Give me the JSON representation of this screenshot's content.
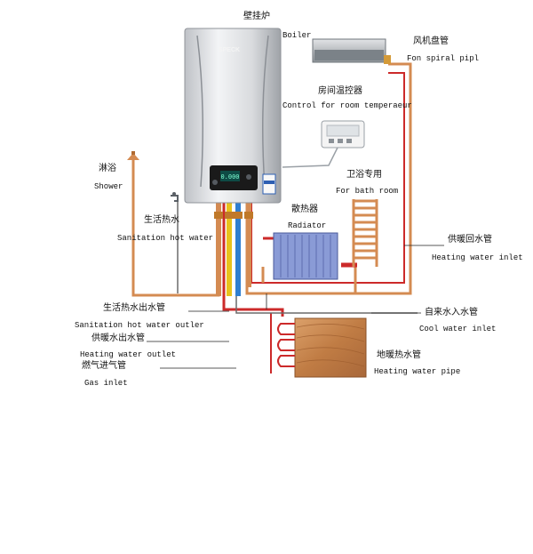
{
  "labels": {
    "boiler_zh": "壁挂炉",
    "boiler_en": "Boiler",
    "fan_zh": "风机盘管",
    "fan_en": "Fon spiral pipl",
    "thermostat_zh": "房间温控器",
    "thermostat_en": "Control for room temperaeur",
    "shower_zh": "淋浴",
    "shower_en": "Shower",
    "bath_zh": "卫浴专用",
    "bath_en": "For bath room",
    "san_hot_zh": "生活热水",
    "san_hot_en": "Sanitation hot water",
    "radiator_zh": "散热器",
    "radiator_en": "Radiator",
    "heat_inlet_zh": "供暖回水管",
    "heat_inlet_en": "Heating water inlet",
    "san_outlet_zh": "生活热水出水管",
    "san_outlet_en": "Sanitation hot water outler",
    "cool_inlet_zh": "自来水入水管",
    "cool_inlet_en": "Cool water inlet",
    "heat_outlet_zh": "供暖水出水管",
    "heat_outlet_en": "Heating water outlet",
    "gas_zh": "燃气进气管",
    "gas_en": "Gas inlet",
    "floor_zh": "地暖热水管",
    "floor_en": "Heating water pipe"
  },
  "boiler": {
    "brand": "SPECK",
    "display": "0.000"
  },
  "colors": {
    "hot_pipe": "#d48b52",
    "cold_pipe": "#2f7fd0",
    "gas_pipe": "#e8c21c",
    "red_pipe": "#cc2a2a",
    "radiator": "#8a9bd6",
    "wood": "#c98a55"
  }
}
